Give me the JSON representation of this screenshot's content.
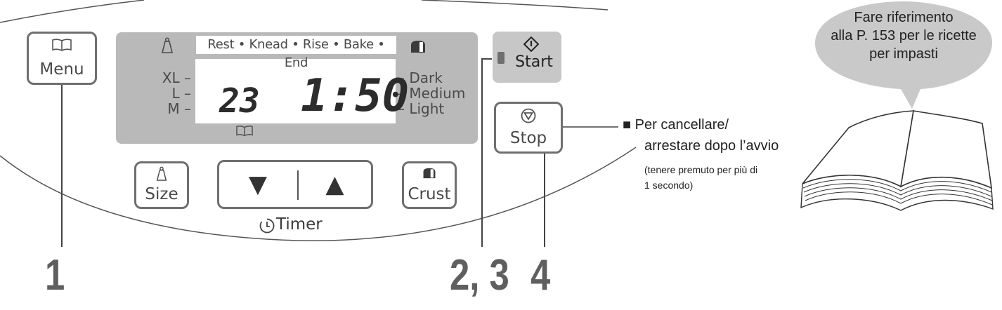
{
  "buttons": {
    "menu": "Menu",
    "size": "Size",
    "crust": "Crust",
    "start": "Start",
    "stop": "Stop",
    "timer": "Timer",
    "down_arrow": "▼",
    "up_arrow": "▲"
  },
  "display": {
    "stages": "Rest • Knead • Rise • Bake • End",
    "size_marks": [
      "XL –",
      "L –",
      "M –"
    ],
    "crust_marks": [
      "– Dark",
      "– Medium",
      "– Light"
    ],
    "menu_number": "23",
    "time": "1:50"
  },
  "callouts": {
    "stop_line1": "■ Per cancellare/",
    "stop_line2": "arrestare dopo l’avvio",
    "stop_line3": "(tenere premuto per più di",
    "stop_line4": "1 secondo)",
    "bubble_line1": "Fare riferimento",
    "bubble_line2": "alla P. 153 per le ricette",
    "bubble_line3": "per impasti"
  },
  "steps": {
    "step1": "1",
    "step23": "2, 3",
    "step4": "4"
  },
  "icons": {
    "menu": "book-icon",
    "size": "weight-icon",
    "crust": "bread-icon",
    "start": "start-icon",
    "stop": "stop-icon",
    "timer": "clock-icon"
  },
  "colors": {
    "panel_gray": "#b9b9b9",
    "start_gray": "#c7c7c7",
    "outline": "#6f6f6f",
    "step_number": "#5f5f5f"
  }
}
